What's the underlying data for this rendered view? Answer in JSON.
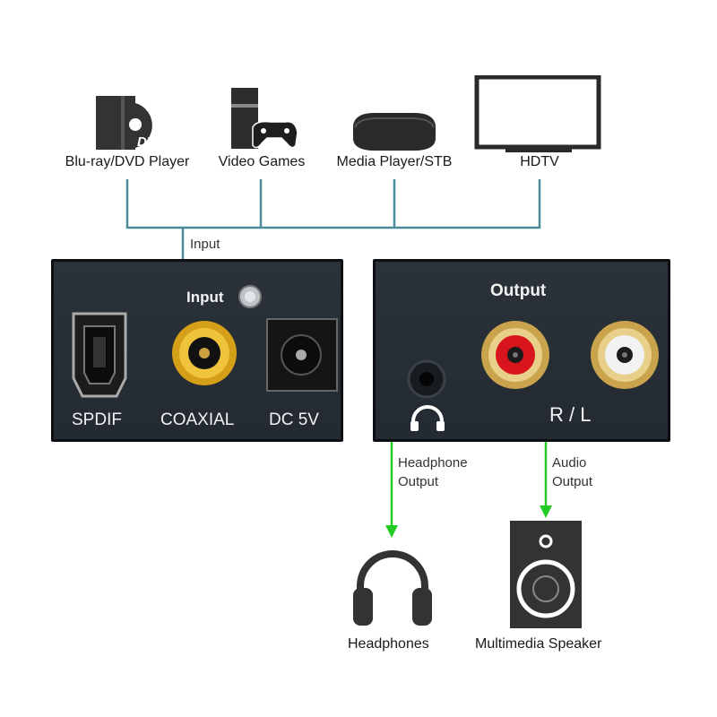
{
  "sources": [
    {
      "label": "Blu-ray/DVD Player",
      "icon": "disc-player-icon",
      "badge": "DVD"
    },
    {
      "label": "Video Games",
      "icon": "game-console-icon"
    },
    {
      "label": "Media Player/STB",
      "icon": "media-box-icon"
    },
    {
      "label": "HDTV",
      "icon": "tv-icon"
    }
  ],
  "connector_labels": {
    "input": "Input",
    "headphone_output": [
      "Headphone",
      "Output"
    ],
    "audio_output": [
      "Audio",
      "Output"
    ]
  },
  "input_panel": {
    "title": "Input",
    "ports": [
      "SPDIF",
      "COAXIAL",
      "DC 5V"
    ]
  },
  "output_panel": {
    "title": "Output",
    "rl_label": "R / L"
  },
  "devices": [
    {
      "label": "Headphones",
      "icon": "headphones-icon"
    },
    {
      "label": "Multimedia Speaker",
      "icon": "speaker-icon"
    }
  ],
  "colors": {
    "source_line": "#4a8c9c",
    "output_arrow": "#22cc22",
    "panel": "#262d34",
    "coax_ring": "#d4a017",
    "rca_red": "#d8141c",
    "rca_white": "#f2f2f2"
  }
}
